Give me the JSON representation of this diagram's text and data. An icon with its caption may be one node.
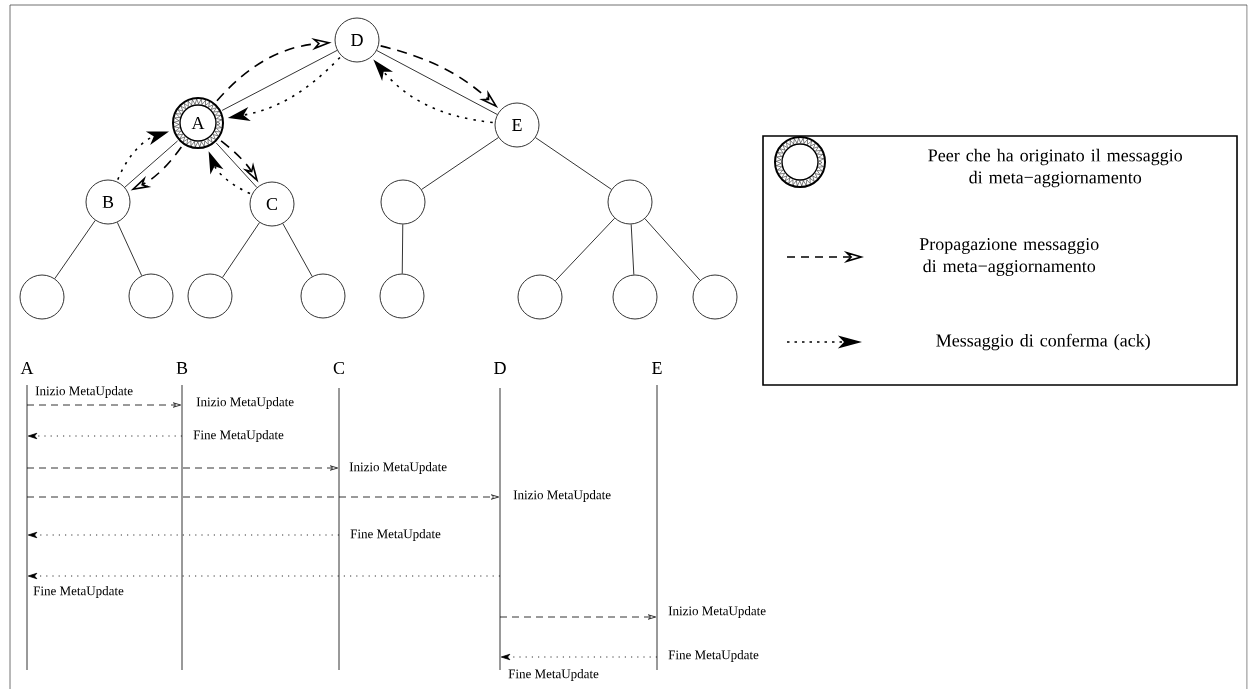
{
  "diagram": {
    "nodes": [
      {
        "text": [
          "D"
        ]
      },
      {
        "text": [
          "A"
        ]
      },
      {
        "text": [
          "E"
        ]
      },
      {
        "text": [
          "B"
        ]
      },
      {
        "text": [
          "C"
        ]
      },
      {
        "text": [],
        "shape": "circle"
      },
      {
        "text": [],
        "shape": "circle"
      },
      {
        "text": [],
        "shape": "circle"
      },
      {
        "text": [],
        "shape": "circle"
      },
      {
        "text": [],
        "shape": "circle"
      },
      {
        "text": [],
        "shape": "circle"
      },
      {
        "text": [],
        "shape": "circle"
      },
      {
        "text": [],
        "shape": "circle"
      },
      {
        "text": [],
        "shape": "circle"
      },
      {
        "text": [],
        "shape": "circle"
      },
      {
        "text": [
          "A"
        ]
      },
      {
        "text": [
          "B"
        ]
      },
      {
        "text": [
          "C"
        ]
      },
      {
        "text": [
          "D"
        ]
      },
      {
        "text": [
          "E"
        ]
      }
    ],
    "edges": [
      {
        "from": 0,
        "to": 1,
        "arrow": "none"
      },
      {
        "from": 0,
        "to": 2,
        "arrow": "none"
      },
      {
        "from": 1,
        "to": 3,
        "arrow": "none"
      },
      {
        "from": 1,
        "to": 4,
        "arrow": "none"
      },
      {
        "from": 2,
        "to": 5,
        "arrow": "none"
      },
      {
        "from": 2,
        "to": 6,
        "arrow": "none"
      },
      {
        "from": 3,
        "to": 7,
        "arrow": "none"
      },
      {
        "from": 3,
        "to": 8,
        "arrow": "none"
      },
      {
        "from": 4,
        "to": 9,
        "arrow": "none"
      },
      {
        "from": 4,
        "to": 10,
        "arrow": "none"
      },
      {
        "from": 5,
        "to": 11,
        "arrow": "none"
      },
      {
        "from": 6,
        "to": 12,
        "arrow": "none"
      },
      {
        "from": 6,
        "to": 13,
        "arrow": "none"
      },
      {
        "from": 6,
        "to": 14,
        "arrow": "none"
      },
      {
        "from": 1,
        "to": 0,
        "arrow": "to",
        "style": "dashed"
      },
      {
        "from": 0,
        "to": 1,
        "arrow": "to",
        "style": "dashed"
      },
      {
        "from": 0,
        "to": 2,
        "arrow": "to",
        "style": "dashed"
      },
      {
        "from": 2,
        "to": 0,
        "arrow": "to",
        "style": "dashed"
      },
      {
        "from": 1,
        "to": 3,
        "arrow": "to",
        "style": "dashed"
      },
      {
        "from": 3,
        "to": 1,
        "arrow": "to",
        "style": "dashed"
      },
      {
        "from": 1,
        "to": 4,
        "arrow": "to",
        "style": "dashed"
      },
      {
        "from": 4,
        "to": 1,
        "arrow": "to",
        "style": "dashed"
      },
      {
        "from": 15,
        "to": 16,
        "arrow": "to",
        "style": "dashed",
        "label": "Inizio MetaUpdate"
      },
      {
        "from": 16,
        "to": 15,
        "arrow": "to",
        "style": "dashed",
        "label": "Fine MetaUpdate"
      },
      {
        "from": 15,
        "to": 17,
        "arrow": "to",
        "style": "dashed",
        "label": "Inizio MetaUpdate"
      },
      {
        "from": 15,
        "to": 18,
        "arrow": "to",
        "style": "dashed",
        "label": "Inizio MetaUpdate"
      },
      {
        "from": 17,
        "to": 15,
        "arrow": "to",
        "style": "dashed",
        "label": "Fine MetaUpdate"
      },
      {
        "from": 18,
        "to": 15,
        "arrow": "to",
        "style": "dashed",
        "label": "Fine MetaUpdate"
      },
      {
        "from": 18,
        "to": 19,
        "arrow": "to",
        "style": "dashed",
        "label": "Inizio MetaUpdate"
      },
      {
        "from": 19,
        "to": 18,
        "arrow": "to",
        "style": "dashed",
        "label": "Fine MetaUpdate"
      }
    ],
    "labels": [
      "Inizio MetaUpdate",
      "Fine MetaUpdate"
    ],
    "legend": [
      {
        "text": "Peer che ha originato il messaggio di meta−aggiornamento"
      },
      {
        "text": "Propagazione messaggio di meta−aggiornamento"
      },
      {
        "text": "Messaggio di conferma (ack)"
      }
    ]
  }
}
